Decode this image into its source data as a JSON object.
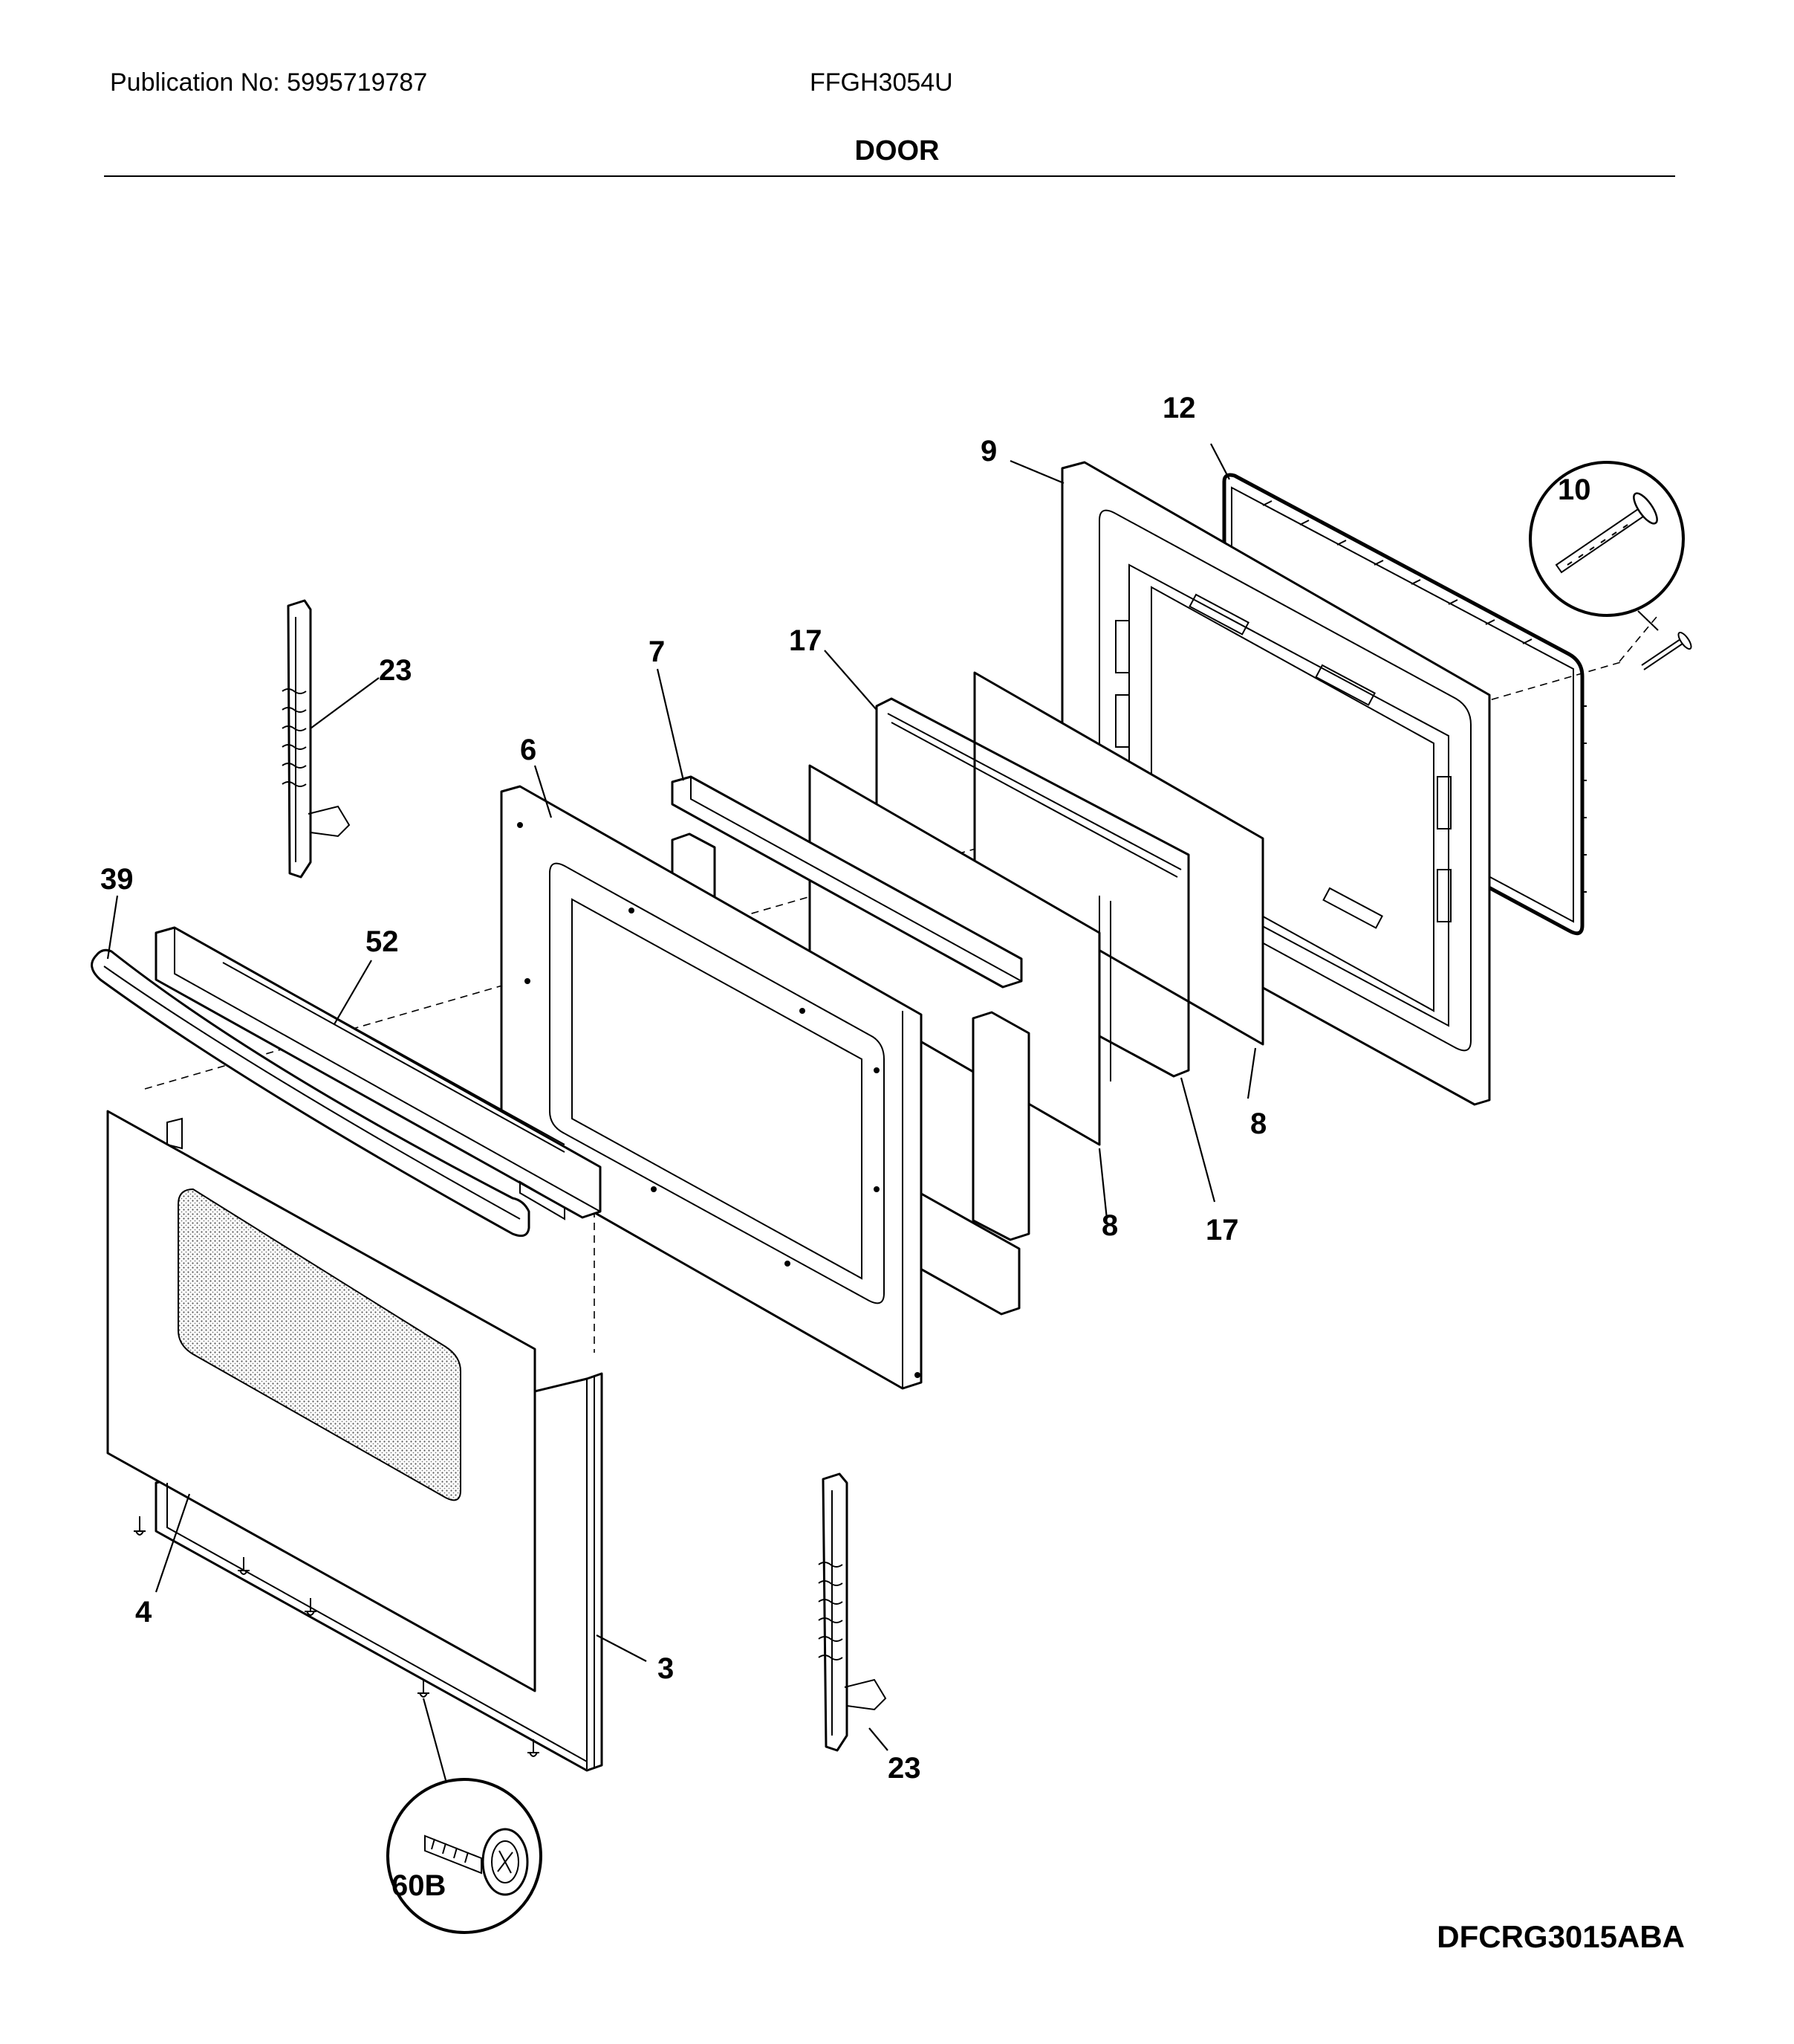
{
  "header": {
    "publication": "Publication No: 5995719787",
    "model": "FFGH3054U",
    "section_title": "DOOR"
  },
  "footer": {
    "diagram_code": "DFCRG3015ABA"
  },
  "callouts": {
    "p3": "3",
    "p4": "4",
    "p6": "6",
    "p7": "7",
    "p8a": "8",
    "p8b": "8",
    "p9": "9",
    "p10": "10",
    "p12": "12",
    "p17a": "17",
    "p17b": "17",
    "p23a": "23",
    "p23b": "23",
    "p39": "39",
    "p52": "52",
    "p60b": "60B"
  }
}
